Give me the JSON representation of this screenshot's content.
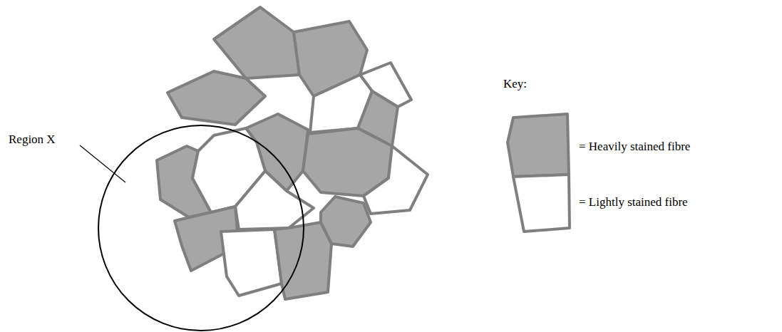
{
  "diagram": {
    "labels": [
      "Region X",
      "Key:"
    ],
    "legend": [
      {
        "text": "= Heavily stained fibre",
        "color": "#a6a6a6"
      },
      {
        "text": "= Lightly stained fibre",
        "color": "#ffffff"
      }
    ]
  }
}
